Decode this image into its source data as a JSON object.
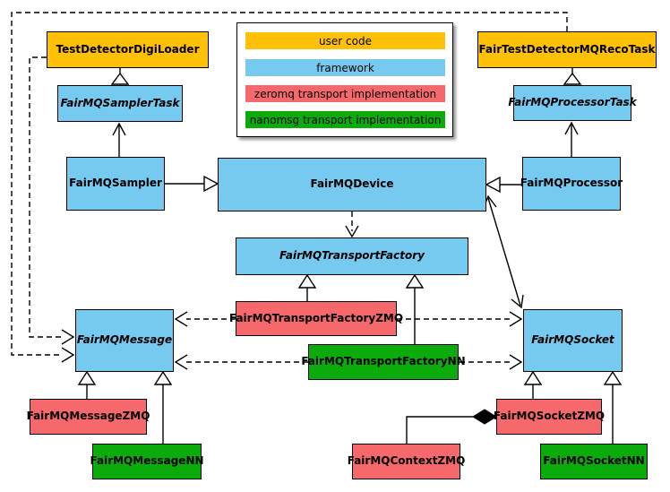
{
  "diagram": {
    "subject": "FairMQ class diagram",
    "palette": {
      "user_code": "#FFC107",
      "framework": "#76C9EF",
      "zeromq": "#F5696C",
      "nanomsg": "#0BAB0B",
      "line": "#000000",
      "background": "#FFFFFF"
    },
    "legend": {
      "items": [
        {
          "label": "user code",
          "color": "#FFC107"
        },
        {
          "label": "framework",
          "color": "#76C9EF"
        },
        {
          "label": "zeromq transport implementation",
          "color": "#F5696C"
        },
        {
          "label": "nanomsg transport implementation",
          "color": "#0BAB0B"
        }
      ]
    },
    "nodes": {
      "testDetectorDigiLoader": {
        "label": "TestDetectorDigiLoader",
        "category": "user code",
        "abstract": false
      },
      "fairTestDetectorMQRecoTask": {
        "label": "FairTestDetectorMQRecoTask",
        "category": "user code",
        "abstract": false
      },
      "fairMQSamplerTask": {
        "label": "FairMQSamplerTask",
        "category": "framework",
        "abstract": true
      },
      "fairMQProcessorTask": {
        "label": "FairMQProcessorTask",
        "category": "framework",
        "abstract": true
      },
      "fairMQSampler": {
        "label": "FairMQSampler",
        "category": "framework",
        "abstract": false
      },
      "fairMQDevice": {
        "label": "FairMQDevice",
        "category": "framework",
        "abstract": false
      },
      "fairMQProcessor": {
        "label": "FairMQProcessor",
        "category": "framework",
        "abstract": false
      },
      "fairMQTransportFactory": {
        "label": "FairMQTransportFactory",
        "category": "framework",
        "abstract": true
      },
      "fairMQTransportFactoryZMQ": {
        "label": "FairMQTransportFactoryZMQ",
        "category": "zeromq",
        "abstract": false
      },
      "fairMQTransportFactoryNN": {
        "label": "FairMQTransportFactoryNN",
        "category": "nanomsg",
        "abstract": false
      },
      "fairMQMessage": {
        "label": "FairMQMessage",
        "category": "framework",
        "abstract": true
      },
      "fairMQSocket": {
        "label": "FairMQSocket",
        "category": "framework",
        "abstract": true
      },
      "fairMQMessageZMQ": {
        "label": "FairMQMessageZMQ",
        "category": "zeromq",
        "abstract": false
      },
      "fairMQMessageNN": {
        "label": "FairMQMessageNN",
        "category": "nanomsg",
        "abstract": false
      },
      "fairMQContextZMQ": {
        "label": "FairMQContextZMQ",
        "category": "zeromq",
        "abstract": false
      },
      "fairMQSocketZMQ": {
        "label": "FairMQSocketZMQ",
        "category": "zeromq",
        "abstract": false
      },
      "fairMQSocketNN": {
        "label": "FairMQSocketNN",
        "category": "nanomsg",
        "abstract": false
      }
    },
    "edges": [
      {
        "from": "FairMQSamplerTask",
        "to": "TestDetectorDigiLoader",
        "type": "hollow-triangle"
      },
      {
        "from": "FairMQProcessorTask",
        "to": "FairTestDetectorMQRecoTask",
        "type": "hollow-triangle"
      },
      {
        "from": "FairMQSampler",
        "to": "FairMQSamplerTask",
        "type": "open-arrow"
      },
      {
        "from": "FairMQProcessor",
        "to": "FairMQProcessorTask",
        "type": "open-arrow"
      },
      {
        "from": "FairMQSampler",
        "to": "FairMQDevice",
        "type": "hollow-triangle"
      },
      {
        "from": "FairMQProcessor",
        "to": "FairMQDevice",
        "type": "hollow-triangle"
      },
      {
        "from": "FairMQDevice",
        "to": "FairMQTransportFactory",
        "type": "dashed-open-arrow"
      },
      {
        "from": "FairMQTransportFactoryZMQ",
        "to": "FairMQTransportFactory",
        "type": "hollow-triangle"
      },
      {
        "from": "FairMQTransportFactoryNN",
        "to": "FairMQTransportFactory",
        "type": "hollow-triangle"
      },
      {
        "from": "FairMQTransportFactoryZMQ",
        "to": "FairMQMessage",
        "type": "dashed-open-arrow"
      },
      {
        "from": "FairMQTransportFactoryZMQ",
        "to": "FairMQSocket",
        "type": "dashed-open-arrow"
      },
      {
        "from": "FairMQTransportFactoryNN",
        "to": "FairMQMessage",
        "type": "dashed-open-arrow"
      },
      {
        "from": "FairMQTransportFactoryNN",
        "to": "FairMQSocket",
        "type": "dashed-open-arrow"
      },
      {
        "from": "TestDetectorDigiLoader",
        "to": "FairMQMessage",
        "type": "dashed-open-arrow"
      },
      {
        "from": "FairTestDetectorMQRecoTask",
        "to": "FairMQMessage",
        "type": "dashed-open-arrow"
      },
      {
        "from": "FairMQDevice",
        "to": "FairMQSocket",
        "type": "open-arrow-both-ends"
      },
      {
        "from": "FairMQMessageZMQ",
        "to": "FairMQMessage",
        "type": "hollow-triangle"
      },
      {
        "from": "FairMQMessageNN",
        "to": "FairMQMessage",
        "type": "hollow-triangle"
      },
      {
        "from": "FairMQSocketZMQ",
        "to": "FairMQSocket",
        "type": "hollow-triangle"
      },
      {
        "from": "FairMQSocketNN",
        "to": "FairMQSocket",
        "type": "hollow-triangle"
      },
      {
        "from": "FairMQContextZMQ",
        "to": "FairMQSocketZMQ",
        "type": "filled-diamond-composition"
      }
    ]
  }
}
